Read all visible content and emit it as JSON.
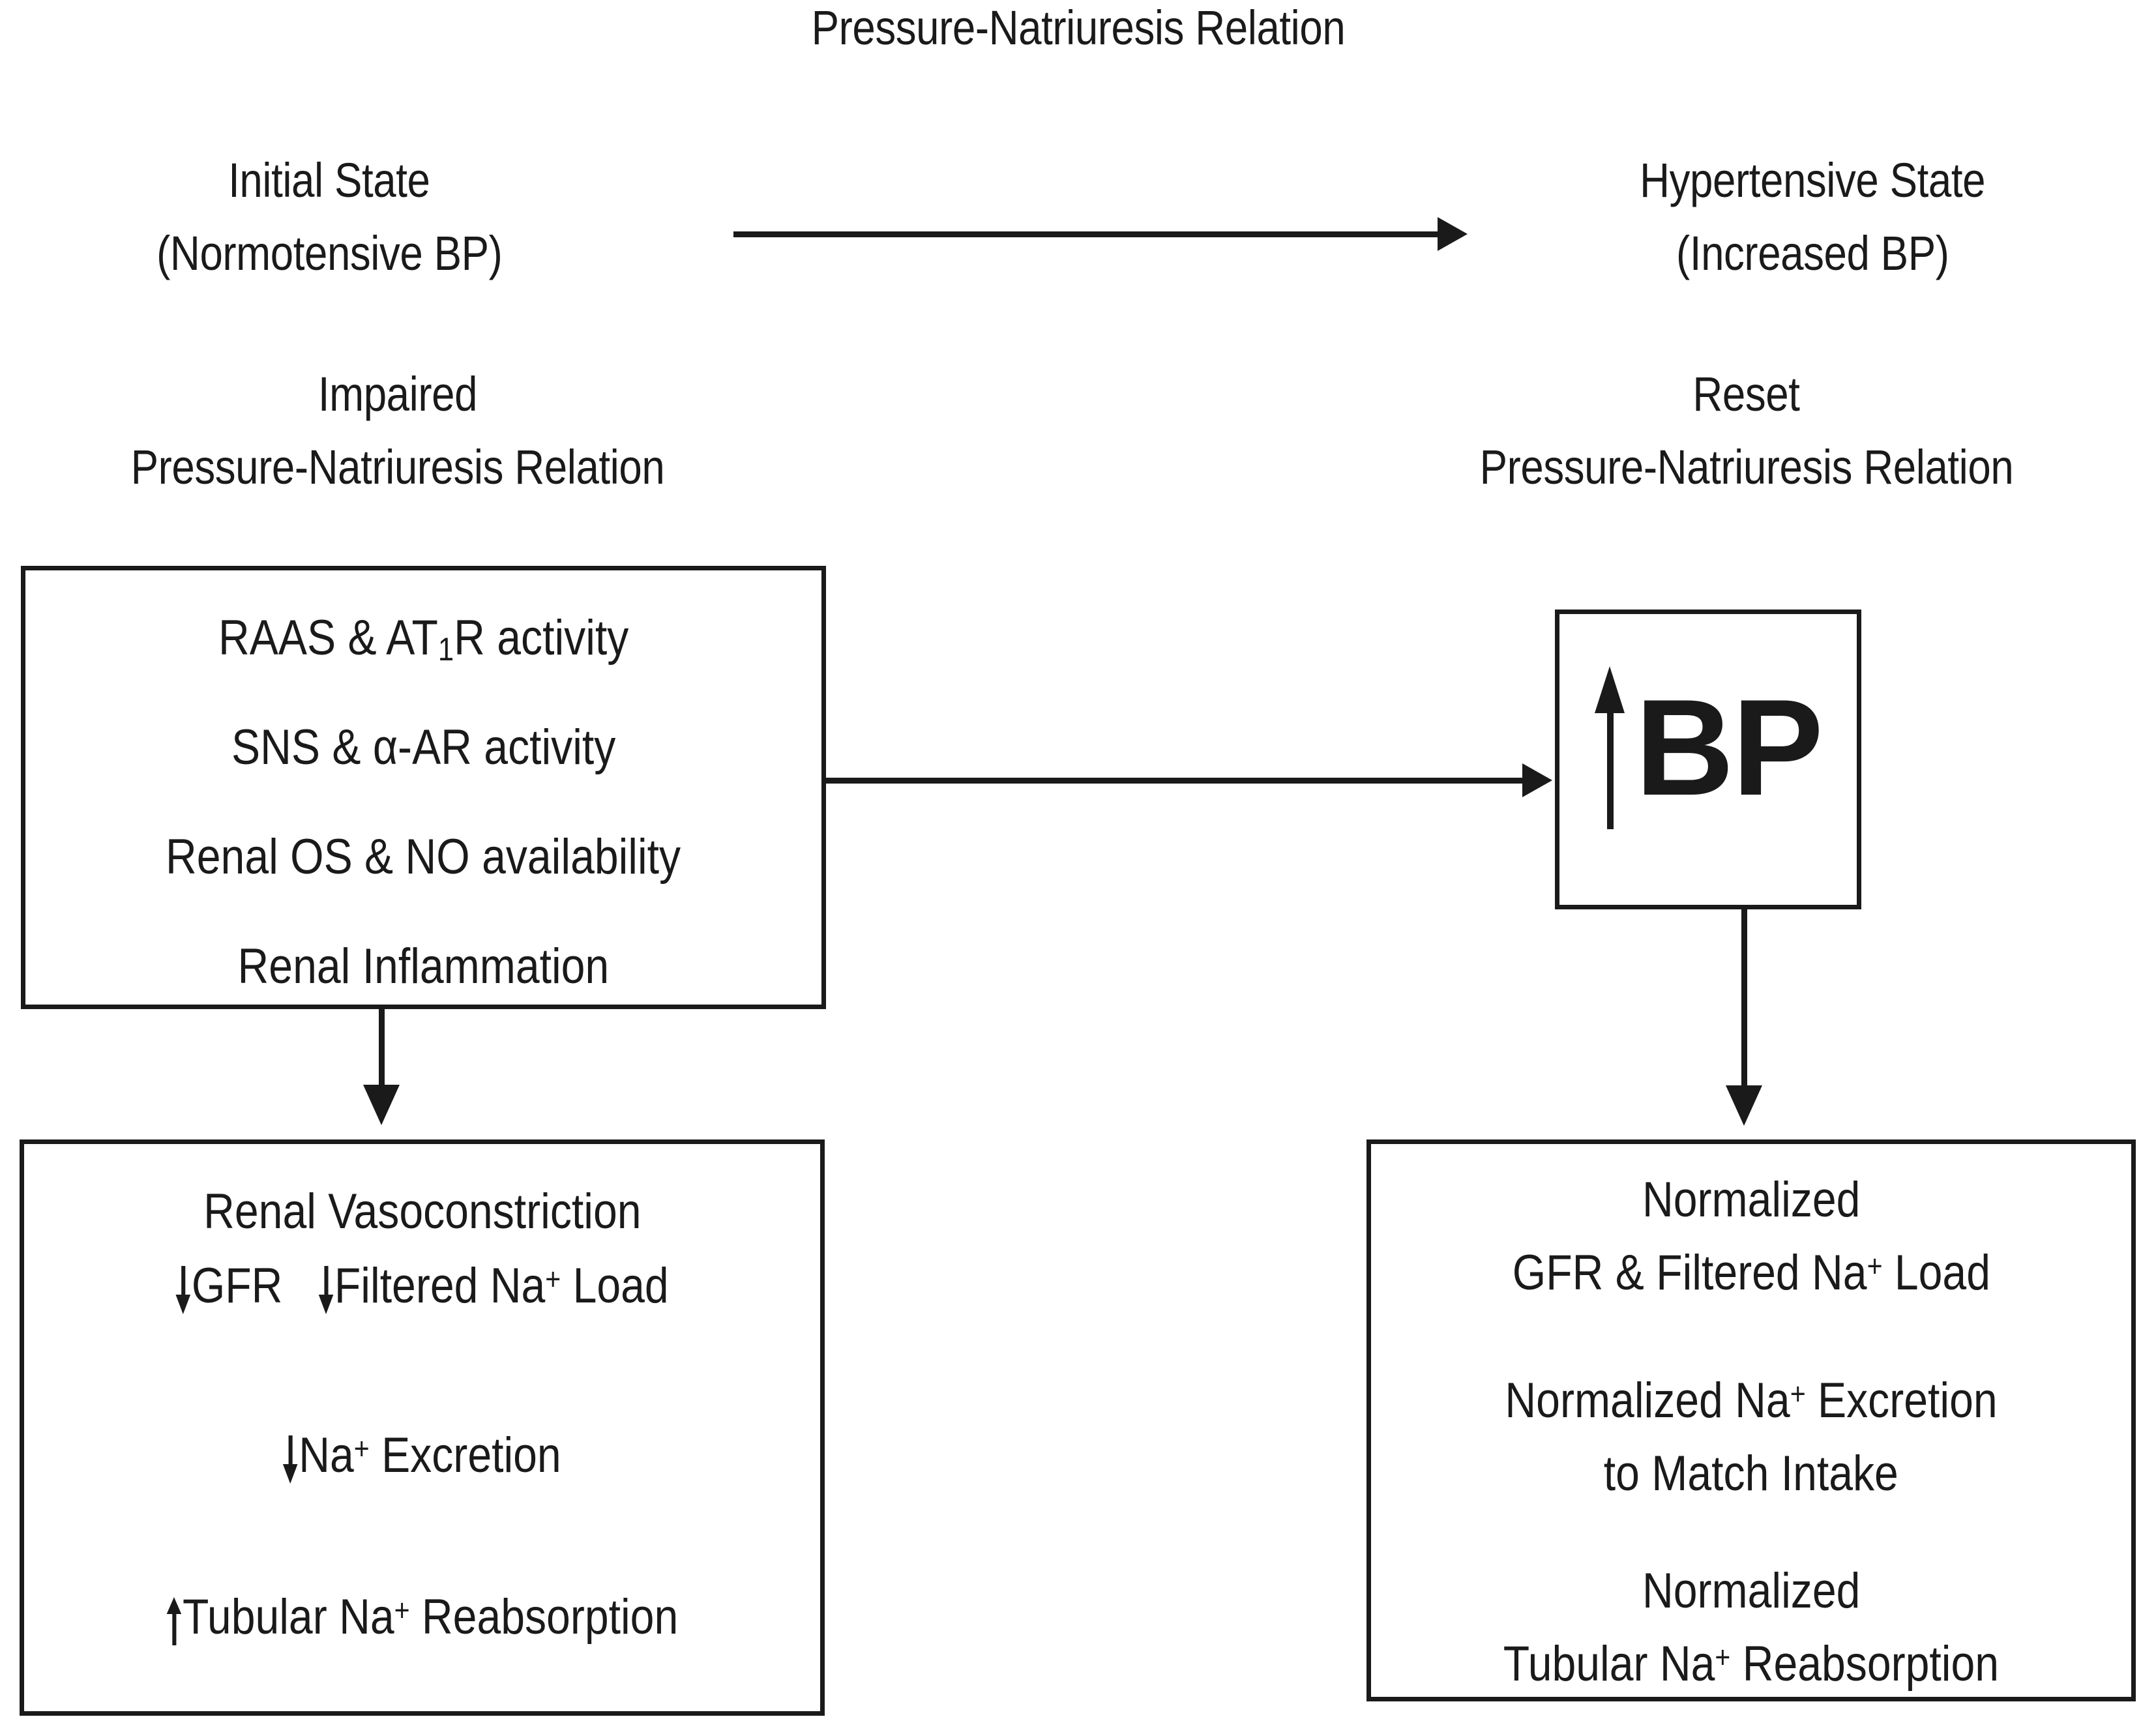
{
  "figure": {
    "title": "Pressure-Natriuresis Relation",
    "type": "flow-diagram",
    "background_color": "#ffffff",
    "line_color": "#1a1a1a"
  },
  "states": {
    "left": {
      "heading_line1": "Initial State",
      "heading_line2": "(Normotensive BP)",
      "subtitle_line1": "Impaired",
      "subtitle_line2": "Pressure-Natriuresis Relation"
    },
    "right": {
      "heading_line1": "Hypertensive State",
      "heading_line2": "(Increased BP)",
      "subtitle_line1": "Reset",
      "subtitle_line2": "Pressure-Natriuresis Relation"
    }
  },
  "boxes": {
    "mechanisms": {
      "name": "Impaired mechanisms box",
      "lines": [
        {
          "pre": "RAAS & AT",
          "sub": "1",
          "post": "R activity"
        },
        {
          "pre": "SNS & α-AR activity"
        },
        {
          "pre": "Renal OS & NO availability"
        },
        {
          "pre": "Renal Inflammation"
        }
      ]
    },
    "bp": {
      "name": "Increased blood pressure box",
      "arrow": "up",
      "label": "BP"
    },
    "renal": {
      "name": "Impaired renal sodium handling box",
      "lines": [
        {
          "arrow": "none",
          "pre": "Renal Vasoconstriction"
        },
        {
          "arrow": "inline-double",
          "seg1_arrow": "down",
          "seg1": "GFR",
          "gap": "   ",
          "seg2_arrow": "down",
          "seg2_pre": "Filtered Na",
          "seg2_sup": "+",
          "seg2_post": " Load"
        },
        {
          "arrow": "down",
          "pre": "Na",
          "sup": "+",
          "post": " Excretion"
        },
        {
          "arrow": "up",
          "pre": "Tubular Na",
          "sup": "+",
          "post": " Reabsorption"
        }
      ]
    },
    "normalized": {
      "name": "Normalized renal sodium handling box",
      "lines": [
        {
          "pre": "Normalized"
        },
        {
          "pre": "GFR & Filtered Na",
          "sup": "+",
          "post": " Load"
        },
        {
          "pre": "Normalized Na",
          "sup": "+",
          "post": " Excretion"
        },
        {
          "pre": "to Match Intake"
        },
        {
          "pre": "Normalized"
        },
        {
          "pre": "Tubular Na",
          "sup": "+",
          "post": " Reabsorption"
        }
      ]
    }
  },
  "connectors": [
    {
      "id": "state-transition",
      "from": "Initial State",
      "to": "Hypertensive State",
      "direction": "right"
    },
    {
      "id": "mechanisms-to-bp",
      "from": "mechanisms box",
      "to": "BP box",
      "direction": "right"
    },
    {
      "id": "mechanisms-to-renal",
      "from": "mechanisms box",
      "to": "renal box",
      "direction": "down"
    },
    {
      "id": "bp-to-normalized",
      "from": "BP box",
      "to": "normalized box",
      "direction": "down"
    }
  ]
}
